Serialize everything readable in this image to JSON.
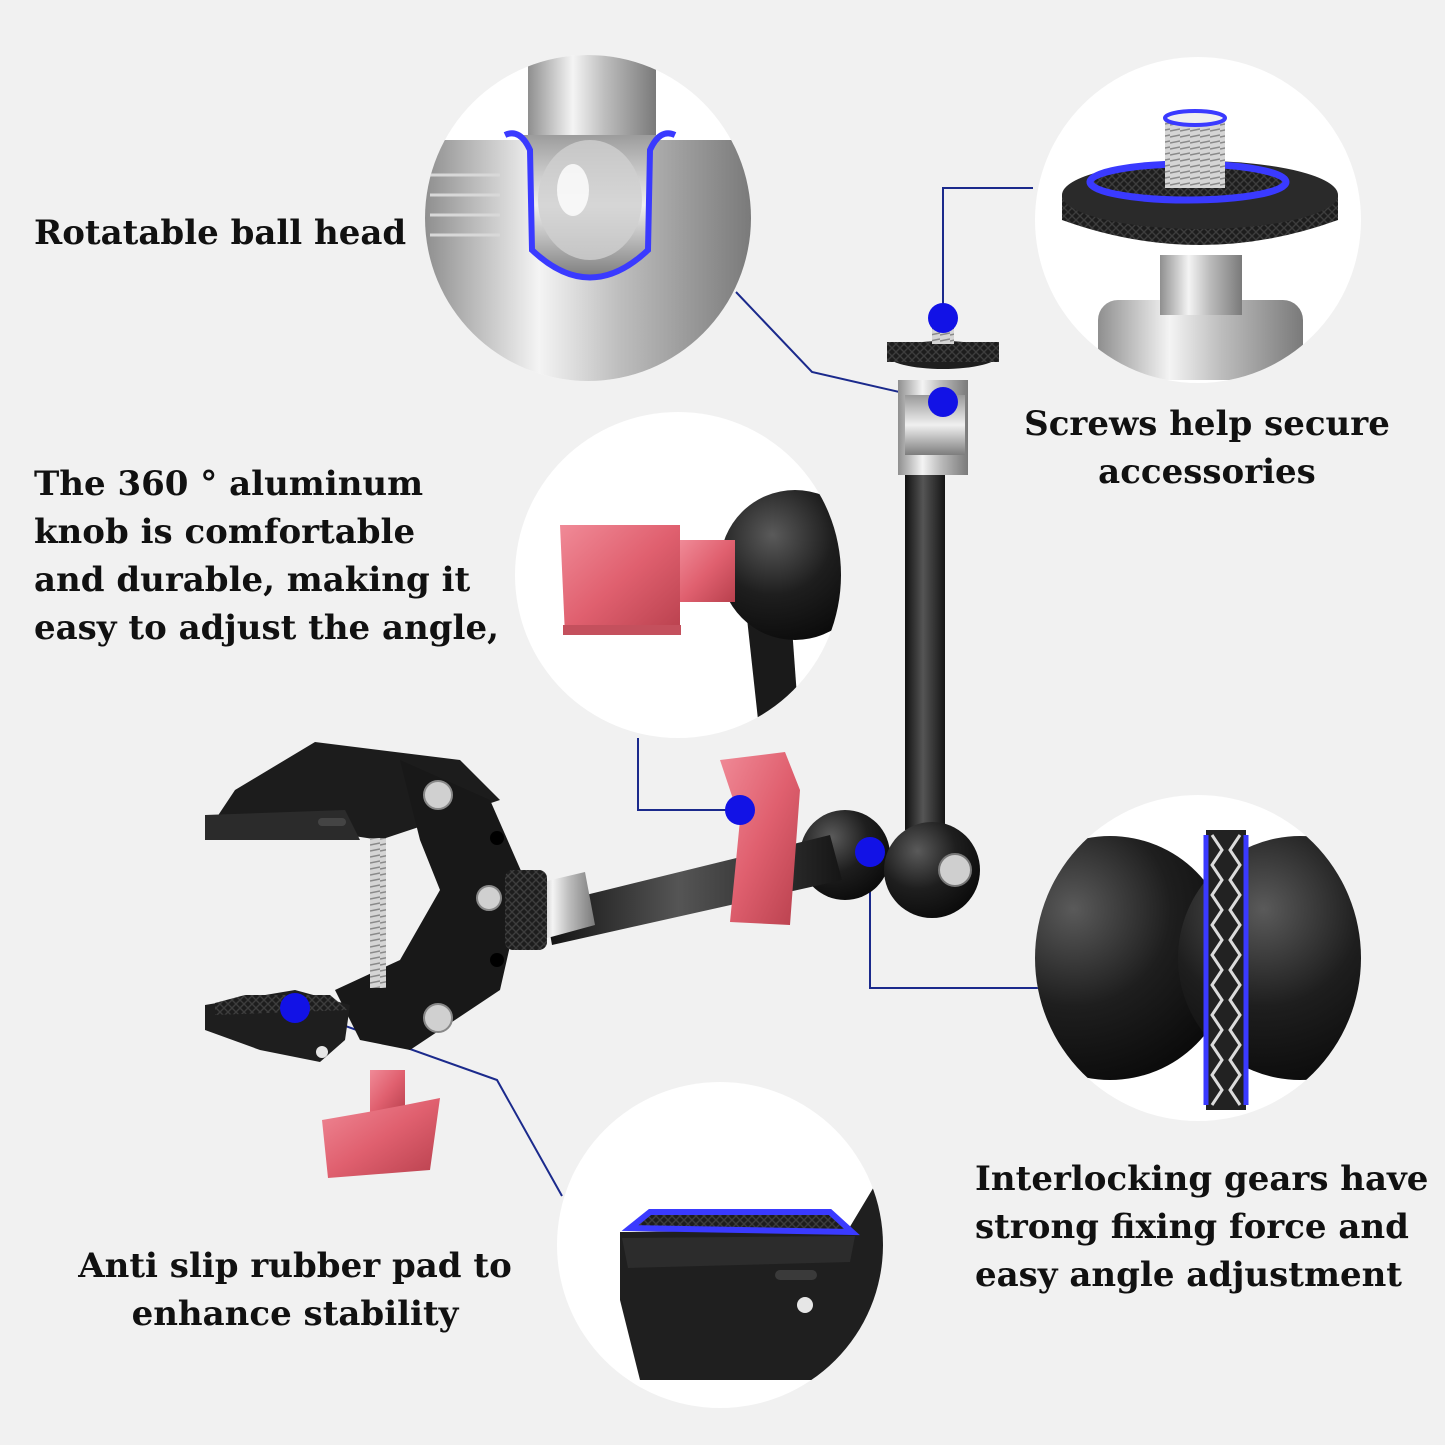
{
  "captions": {
    "ball_head": [
      "Rotatable ball head"
    ],
    "screws": [
      "Screws help secure",
      "accessories"
    ],
    "knob": [
      "The 360 °   aluminum",
      "knob is comfortable",
      "and durable, making it",
      "easy to adjust the angle,"
    ],
    "gears": [
      "Interlocking gears have",
      "strong fixing force and",
      "easy angle adjustment"
    ],
    "pad": [
      "Anti slip rubber pad to",
      "enhance stability"
    ]
  },
  "colors": {
    "background": "#f1f1f1",
    "callout_line": "#1b2a8c",
    "callout_dot": "#1212e6",
    "highlight": "#3a3aff",
    "accent_red": "#e0606f",
    "metal_dark": "#1e1e1e",
    "metal_silver": "#c9c9c9"
  },
  "icons": {
    "clamp": "super-clamp-icon",
    "arm": "magic-arm-icon",
    "ball_head": "ball-head-icon",
    "screw": "mounting-screw-icon",
    "knob": "red-knob-icon",
    "gear": "gear-joint-icon",
    "pad": "rubber-pad-icon"
  }
}
